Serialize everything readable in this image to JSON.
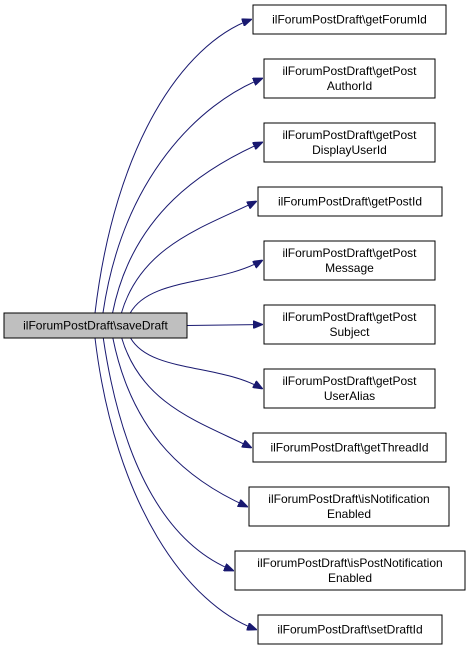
{
  "colors": {
    "edge": "#191970",
    "source_fill": "#bfbfbf",
    "node_fill": "#ffffff",
    "node_border": "#000000"
  },
  "source": {
    "label": "ilForumPostDraft\\saveDraft"
  },
  "targets": [
    {
      "lines": [
        "ilForumPostDraft\\getForumId"
      ]
    },
    {
      "lines": [
        "ilForumPostDraft\\getPost",
        "AuthorId"
      ]
    },
    {
      "lines": [
        "ilForumPostDraft\\getPost",
        "DisplayUserId"
      ]
    },
    {
      "lines": [
        "ilForumPostDraft\\getPostId"
      ]
    },
    {
      "lines": [
        "ilForumPostDraft\\getPost",
        "Message"
      ]
    },
    {
      "lines": [
        "ilForumPostDraft\\getPost",
        "Subject"
      ]
    },
    {
      "lines": [
        "ilForumPostDraft\\getPost",
        "UserAlias"
      ]
    },
    {
      "lines": [
        "ilForumPostDraft\\getThreadId"
      ]
    },
    {
      "lines": [
        "ilForumPostDraft\\isNotification",
        "Enabled"
      ]
    },
    {
      "lines": [
        "ilForumPostDraft\\isPostNotification",
        "Enabled"
      ]
    },
    {
      "lines": [
        "ilForumPostDraft\\setDraftId"
      ]
    }
  ]
}
